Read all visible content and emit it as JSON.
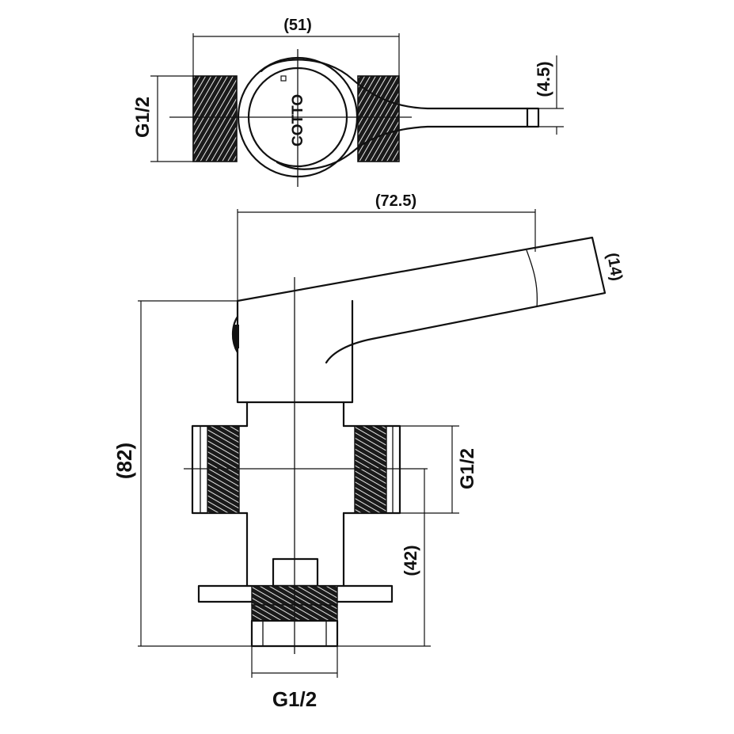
{
  "top_view": {
    "width_label": "(51)",
    "thread_label": "G1/2",
    "handle_thickness_label": "(4.5)",
    "logo_text": "COTTO"
  },
  "front_view": {
    "length_label": "(72.5)",
    "handle_tip_label": "(14)",
    "height_label": "(82)",
    "side_thread_label": "G1/2",
    "outlet_height_label": "(42)",
    "bottom_thread_label": "G1/2"
  }
}
